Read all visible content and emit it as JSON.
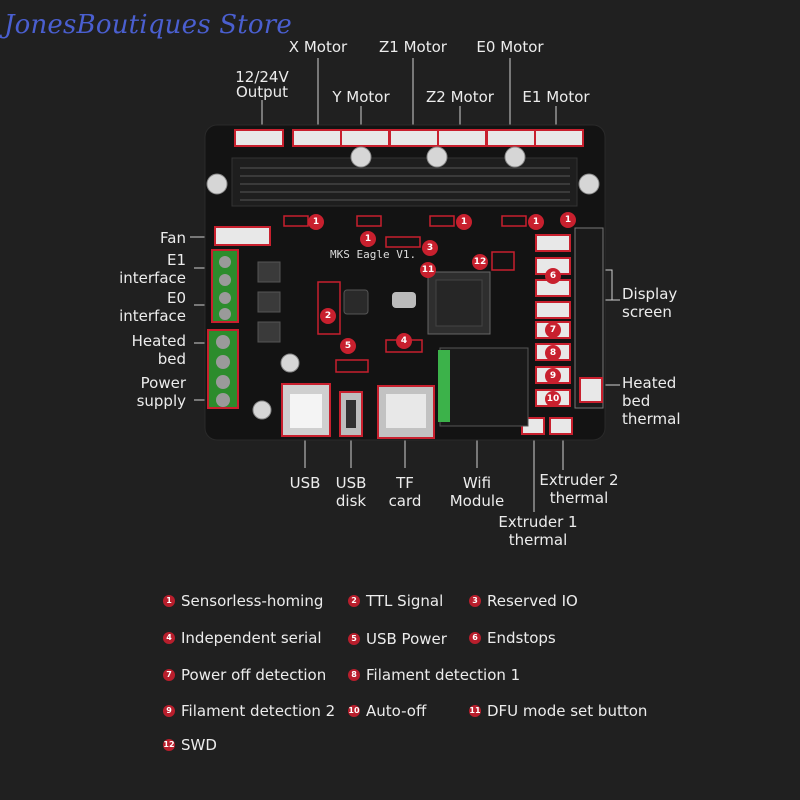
{
  "watermark": "JonesBoutiques Store",
  "board_name": "MKS Eagle V1.",
  "top_labels": {
    "output": "12/24V\nOutput",
    "x_motor": "X Motor",
    "y_motor": "Y Motor",
    "z1_motor": "Z1 Motor",
    "z2_motor": "Z2 Motor",
    "e0_motor": "E0 Motor",
    "e1_motor": "E1 Motor"
  },
  "left_labels": {
    "fan": "Fan",
    "e1_interface": "E1\ninterface",
    "e0_interface": "E0\ninterface",
    "heated_bed": "Heated\nbed",
    "power_supply": "Power\nsupply"
  },
  "right_labels": {
    "display_screen": "Display\nscreen",
    "heated_bed_thermal": "Heated\nbed\nthermal"
  },
  "bottom_labels": {
    "usb": "USB",
    "usb_disk": "USB\ndisk",
    "tf_card": "TF\ncard",
    "wifi_module": "Wifi\nModule",
    "extruder1_thermal": "Extruder 1\nthermal",
    "extruder2_thermal": "Extruder 2\nthermal"
  },
  "legend": [
    {
      "num": "1",
      "label": "Sensorless-homing"
    },
    {
      "num": "2",
      "label": "TTL Signal"
    },
    {
      "num": "3",
      "label": "Reserved IO"
    },
    {
      "num": "4",
      "label": "Independent serial"
    },
    {
      "num": "5",
      "label": "USB Power"
    },
    {
      "num": "6",
      "label": "Endstops"
    },
    {
      "num": "7",
      "label": "Power off detection"
    },
    {
      "num": "8",
      "label": "Filament detection 1"
    },
    {
      "num": "9",
      "label": "Filament detection 2"
    },
    {
      "num": "10",
      "label": "Auto-off"
    },
    {
      "num": "11",
      "label": "DFU mode set button"
    },
    {
      "num": "12",
      "label": "SWD"
    }
  ],
  "colors": {
    "background": "#202020",
    "callout": "#c8202e",
    "watermark": "#4a5fd0",
    "board": "#121212"
  }
}
